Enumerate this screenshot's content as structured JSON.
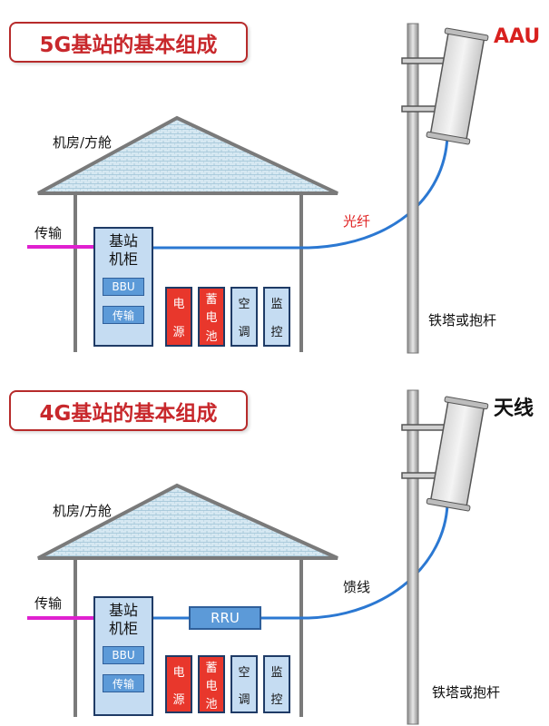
{
  "colors": {
    "accent_red": "#c8282c",
    "fiber_blue": "#2b78d2",
    "transport_magenta": "#e020d0",
    "roof_fill": "#cfe3ee",
    "cabinet_fill": "#c5dcf2",
    "module_blue": "#5c9ad8",
    "power_red": "#e8372c"
  },
  "sections": [
    {
      "title": "5G基站的基本组成",
      "room_label": "机房/方舱",
      "transport_label": "传输",
      "cabinet_label": [
        "基站",
        "机柜"
      ],
      "modules": [
        "BBU",
        "传输"
      ],
      "units": [
        {
          "chars": [
            "电",
            "源"
          ],
          "color": "red"
        },
        {
          "chars": [
            "蓄",
            "电",
            "池"
          ],
          "color": "red"
        },
        {
          "chars": [
            "空",
            "调"
          ],
          "color": "blue"
        },
        {
          "chars": [
            "监",
            "控"
          ],
          "color": "blue"
        }
      ],
      "cable_label": "光纤",
      "antenna_label": "AAU",
      "tower_label": "铁塔或抱杆"
    },
    {
      "title": "4G基站的基本组成",
      "room_label": "机房/方舱",
      "transport_label": "传输",
      "cabinet_label": [
        "基站",
        "机柜"
      ],
      "modules": [
        "BBU",
        "传输"
      ],
      "rru_label": "RRU",
      "units": [
        {
          "chars": [
            "电",
            "源"
          ],
          "color": "red"
        },
        {
          "chars": [
            "蓄",
            "电",
            "池"
          ],
          "color": "red"
        },
        {
          "chars": [
            "空",
            "调"
          ],
          "color": "blue"
        },
        {
          "chars": [
            "监",
            "控"
          ],
          "color": "blue"
        }
      ],
      "cable_label": "馈线",
      "antenna_label": "天线",
      "tower_label": "铁塔或抱杆"
    }
  ]
}
